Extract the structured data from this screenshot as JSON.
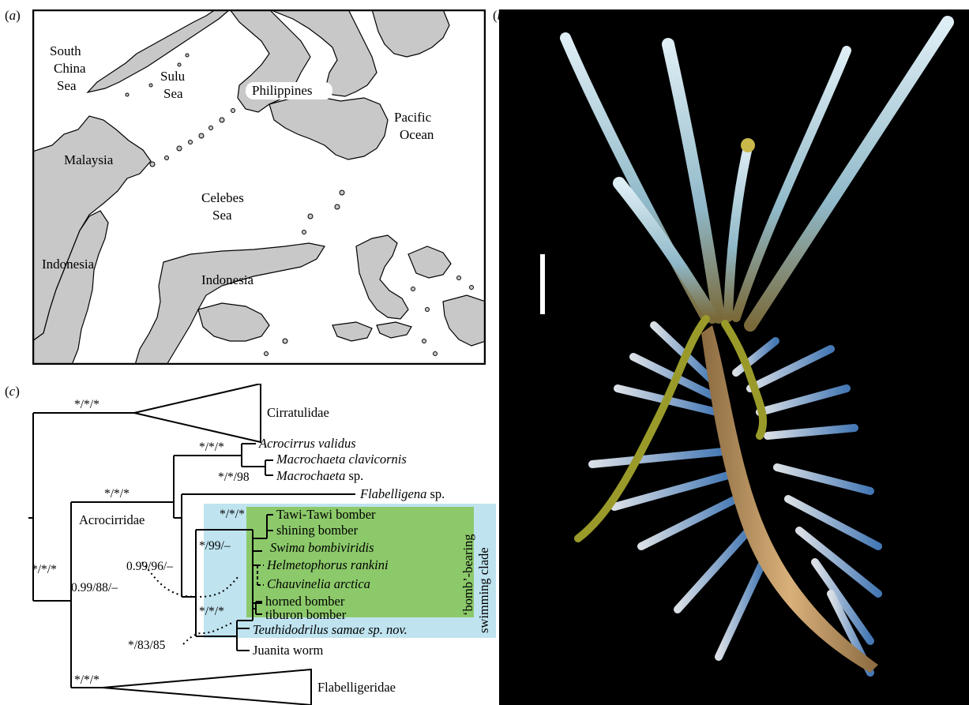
{
  "panel_labels": {
    "a": "a",
    "b": "b",
    "c": "c"
  },
  "map": {
    "labels": {
      "south_china_sea": [
        "South",
        "China",
        "Sea"
      ],
      "sulu_sea": [
        "Sulu",
        "Sea"
      ],
      "philippines": "Philippines",
      "pacific_ocean": [
        "Pacific",
        "Ocean"
      ],
      "malaysia": "Malaysia",
      "celebes_sea": [
        "Celebes",
        "Sea"
      ],
      "indonesia_west": "Indonesia",
      "indonesia_south": "Indonesia"
    },
    "colors": {
      "land": "#c8c8c8",
      "sea": "#ffffff",
      "border": "#000000"
    }
  },
  "photo": {
    "description_icon": "worm-photo",
    "colors": {
      "background": "#000000",
      "worm_body": "#c9a070",
      "gills": "#cfe6ff",
      "palps": "#9fc9d8"
    }
  },
  "tree": {
    "clades": {
      "cirratulidae": "Cirratulidae",
      "flabelligeridae": "Flabelligeridae",
      "acrocirridae": "Acrocirridae"
    },
    "taxa": {
      "acrocirrus_validus": "Acrocirrus validus",
      "macrochaeta_clavicornis": "Macrochaeta clavicornis",
      "macrochaeta_sp_genus": "Macrochaeta",
      "macrochaeta_sp_suffix": " sp.",
      "flabelligena_genus": "Flabelligena",
      "flabelligena_suffix": " sp.",
      "tawi_tawi": "Tawi-Tawi bomber",
      "shining": "shining bomber",
      "swima": "Swima bombiviridis",
      "helmetophorus": "Helmetophorus rankini",
      "chauvinelia": "Chauvinelia arctica",
      "horned": "horned bomber",
      "tiburon": "tiburon bomber",
      "teuthidodrilus": "Teuthidodrilus samae sp. nov.",
      "juanita": "Juanita worm"
    },
    "support": {
      "root": "*/*/*",
      "cirratulidae": "*/*/*",
      "acrocirridae": "*/*/*",
      "acrocirrus_macrochaeta": "*/*/*",
      "macrochaeta": "*/*/98",
      "bomb_bearing": "*/*/*",
      "swima_group": "*/99/–",
      "swimming_clade": "0.99/96/–",
      "helmeto_chauvin": "0.99/88/–",
      "horned_tiburon": "*/*/*",
      "teuthidodrilus_juanita": "*/83/85",
      "flabelligeridae": "*/*/*"
    },
    "boxes": {
      "bomb_bearing": "‘bomb’-bearing",
      "swimming_clade": "swimming clade"
    },
    "colors": {
      "swimming_clade": "#bfe3ef",
      "bomb_bearing": "#8cc96a"
    }
  }
}
